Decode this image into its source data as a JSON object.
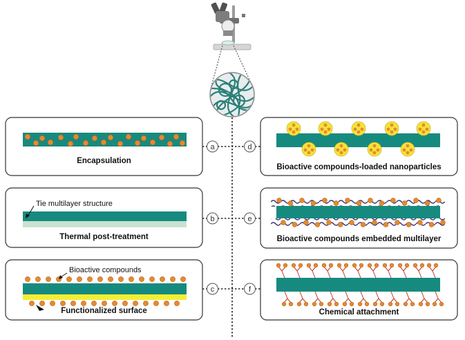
{
  "panels": {
    "a": {
      "letter": "a",
      "caption": "Encapsulation"
    },
    "b": {
      "letter": "b",
      "caption": "Thermal post-treatment",
      "annotation": "Tie multilayer structure"
    },
    "c": {
      "letter": "c",
      "caption": "Functionalized surface",
      "annotation": "Bioactive compounds"
    },
    "d": {
      "letter": "d",
      "caption": "Bioactive compounds-loaded nanoparticles"
    },
    "e": {
      "letter": "e",
      "caption": "Bioactive compounds embedded multilayer"
    },
    "f": {
      "letter": "f",
      "caption": "Chemical attachment"
    }
  },
  "colors": {
    "film": "#178a7f",
    "bead": "#e58a2e",
    "nanoparticle": "#f5e23a",
    "chain": "#403a78",
    "coating": "#f3ee35",
    "underlayer": "#c9e2cf",
    "panel_border": "#333333"
  },
  "icons": {
    "instrument": "microscope-icon",
    "magnified_sample": "fiber-network-icon"
  }
}
